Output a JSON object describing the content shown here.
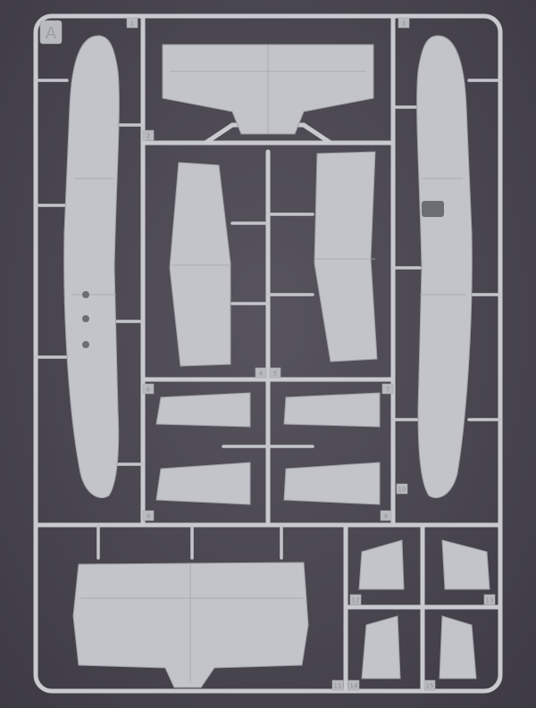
{
  "sprue": {
    "letter": "A",
    "part_numbers": [
      "1",
      "2",
      "3",
      "4",
      "5",
      "6",
      "7",
      "8",
      "9",
      "10",
      "11",
      "12",
      "13",
      "14",
      "15"
    ],
    "colors": {
      "background": "#4a4750",
      "plastic": "#c3c4c9"
    }
  }
}
